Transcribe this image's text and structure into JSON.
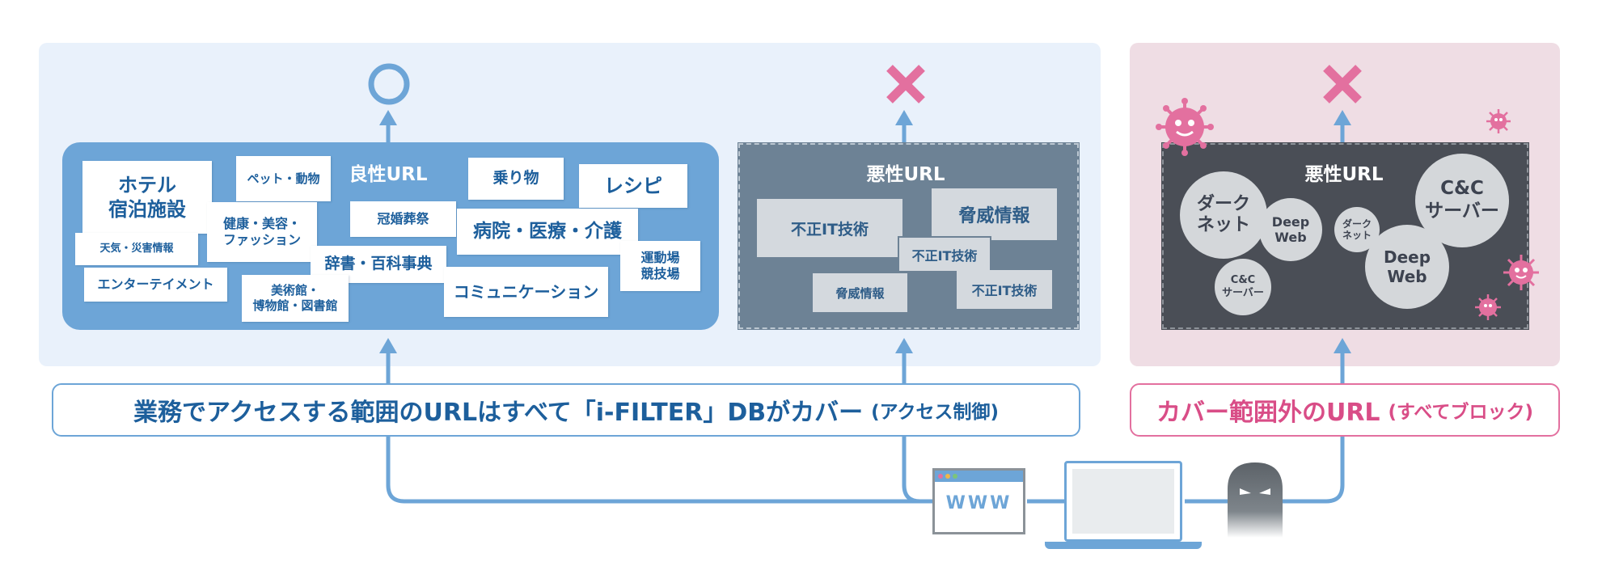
{
  "left_panel": {
    "good_box": {
      "title": "良性URL",
      "tags": [
        {
          "name": "hotel",
          "text": "ホテル\n宿泊施設"
        },
        {
          "name": "pets",
          "text": "ペット・動物"
        },
        {
          "name": "weather",
          "text": "天気・災害情報"
        },
        {
          "name": "health-beauty",
          "text": "健康・美容・\nファッション"
        },
        {
          "name": "wedding-funeral",
          "text": "冠婚葬祭"
        },
        {
          "name": "vehicles",
          "text": "乗り物"
        },
        {
          "name": "recipe",
          "text": "レシピ"
        },
        {
          "name": "entertainment",
          "text": "エンターテイメント"
        },
        {
          "name": "dictionary",
          "text": "辞書・百科事典"
        },
        {
          "name": "medical",
          "text": "病院・医療・介護"
        },
        {
          "name": "museum-library",
          "text": "美術館・\n博物館・図書館"
        },
        {
          "name": "communication",
          "text": "コミュニケーション"
        },
        {
          "name": "sports-venue",
          "text": "運動場\n競技場"
        }
      ]
    },
    "bad_box": {
      "title": "悪性URL",
      "tags": [
        {
          "name": "illegal-it-1",
          "text": "不正IT技術"
        },
        {
          "name": "threat-info-1",
          "text": "脅威情報"
        },
        {
          "name": "illegal-it-2",
          "text": "不正IT技術"
        },
        {
          "name": "threat-info-2",
          "text": "脅威情報"
        },
        {
          "name": "illegal-it-3",
          "text": "不正IT技術"
        }
      ]
    },
    "banner": {
      "main": "業務でアクセスする範囲のURLはすべて「i-FILTER」DBがカバー",
      "sub": "(アクセス制御)"
    }
  },
  "right_panel": {
    "dark_box": {
      "title": "悪性URL",
      "bubbles": [
        {
          "name": "darknet-large",
          "text": "ダーク\nネット"
        },
        {
          "name": "deepweb-small",
          "text": "Deep\nWeb"
        },
        {
          "name": "darknet-small",
          "text": "ダーク\nネット"
        },
        {
          "name": "cc-server-large",
          "text": "C&C\nサーバー"
        },
        {
          "name": "deepweb-large",
          "text": "Deep\nWeb"
        },
        {
          "name": "cc-server-small",
          "text": "C&C\nサーバー"
        }
      ]
    },
    "banner": {
      "main": "カバー範囲外のURL",
      "sub": "(すべてブロック)"
    }
  },
  "browser": {
    "label": "WWW"
  },
  "icons": {
    "allow": "circle-icon",
    "block": "cross-icon",
    "virus": "virus-icon",
    "hacker": "hacker-icon",
    "laptop": "laptop-icon",
    "browser": "browser-window-icon"
  },
  "colors": {
    "blue": "#6da5d7",
    "navy": "#1d5f9c",
    "pink": "#e3709f",
    "panel_blue": "#e9f1fb",
    "panel_pink": "#efdde4",
    "slate": "#6d8295",
    "dark": "#4a4e56"
  }
}
